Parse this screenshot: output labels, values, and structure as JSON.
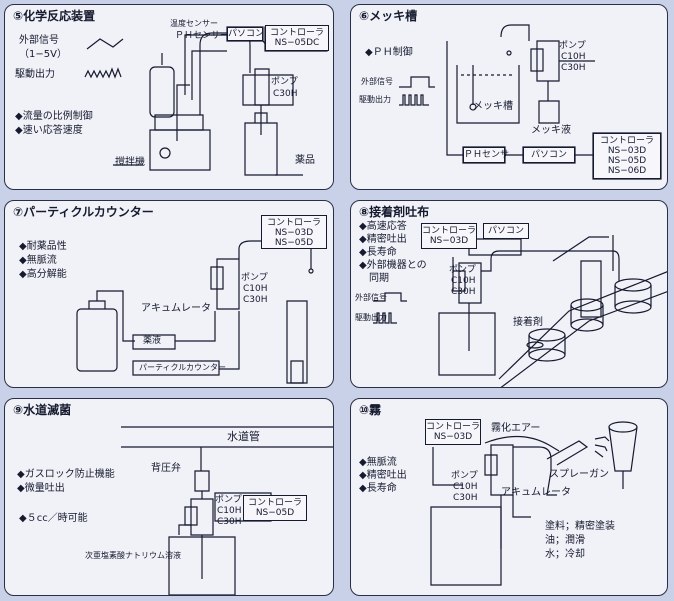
{
  "panels": {
    "p5": {
      "title": "⑤化学反応装置",
      "signal_label": "外部信号",
      "signal_range": "（1−5V）",
      "drive_label": "駆動出力",
      "bullets": [
        "◆流量の比例制御",
        "◆速い応答速度"
      ],
      "temp_sensor": "温度センサー",
      "ph_sensor": "ＰＨセンサー",
      "pc": "パソコン",
      "controller": [
        "コントローラ",
        "NS−05DC"
      ],
      "pump": [
        "ポンプ",
        "C30H"
      ],
      "mixer": "撹拌機",
      "chemical": "薬品"
    },
    "p6": {
      "title": "⑥メッキ槽",
      "bullet": "◆ＰＨ制御",
      "signal_label": "外部信号",
      "drive_label": "駆動出力",
      "tank": "メッキ槽",
      "liquid": "メッキ液",
      "ph_sensor": "ＰＨセンサ",
      "pc": "パソコン",
      "pump": [
        "ポンプ",
        "C10H",
        "C30H"
      ],
      "controller": [
        "コントローラ",
        "NS−03D",
        "NS−05D",
        "NS−06D"
      ]
    },
    "p7": {
      "title": "⑦パーティクルカウンター",
      "bullets": [
        "◆耐薬品性",
        "◆無脈流",
        "◆高分解能"
      ],
      "controller": [
        "コントローラ",
        "NS−03D",
        "NS−05D"
      ],
      "pump": [
        "ポンプ",
        "C10H",
        "C30H"
      ],
      "accumulator": "アキュムレータ",
      "reagent": "薬液",
      "counter": "パーティクルカウンター"
    },
    "p8": {
      "title": "⑧接着剤吐布",
      "bullets": [
        "◆高速応答",
        "◆精密吐出",
        "◆長寿命",
        "◆外部機器との",
        "　同期"
      ],
      "controller": [
        "コントローラ",
        "NS−03D"
      ],
      "pc": "パソコン",
      "pump": [
        "ポンプ",
        "C10H",
        "C30H"
      ],
      "signal_label": "外部信号",
      "drive_label": "駆動出力",
      "adhesive": "接着剤"
    },
    "p9": {
      "title": "⑨水道滅菌",
      "pipe": "水道管",
      "valve": "背圧弁",
      "bullets": [
        "◆ガスロック防止機能",
        "◆微量吐出"
      ],
      "rate": "◆５cc／時可能",
      "pump": [
        "ポンプ",
        "C10H",
        "C30H"
      ],
      "controller": [
        "コントローラ",
        "NS−05D"
      ],
      "solution": "次亜塩素酸ナトリウム溶液"
    },
    "p10": {
      "title": "⑩霧",
      "controller": [
        "コントローラ",
        "NS−03D"
      ],
      "air": "霧化エアー",
      "bullets": [
        "◆無脈流",
        "◆精密吐出",
        "◆長寿命"
      ],
      "pump": [
        "ポンプ",
        "C10H",
        "C30H"
      ],
      "spray_gun": "スプレーガン",
      "accumulator": "アキュムレータ",
      "uses": [
        "塗料；精密塗装",
        "油；潤滑",
        "水；冷却"
      ]
    }
  },
  "colors": {
    "background": "#c9d1e8",
    "panel": "#f1f2f8",
    "ink": "#151a2e"
  }
}
